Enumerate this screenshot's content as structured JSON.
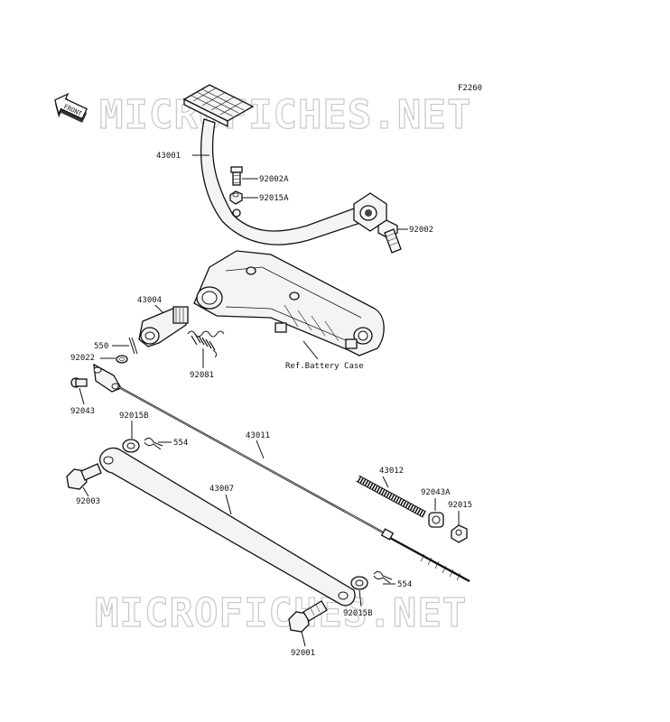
{
  "figure_code": "F2260",
  "front_badge": "FRONT",
  "watermark_text": "MICROFICHES.NET",
  "reference_note": "Ref.Battery Case",
  "parts": {
    "brake_pedal": "43001",
    "bolt_92002A": "92002A",
    "nut_92015A": "92015A",
    "bolt_92002": "92002",
    "lever_43004": "43004",
    "pin_550": "550",
    "washer_92022": "92022",
    "spring_92081": "92081",
    "pin_92043": "92043",
    "washer_92015B_top": "92015B",
    "cotter_554_top": "554",
    "rod_43011": "43011",
    "spring_43012": "43012",
    "bolt_92003": "92003",
    "link_43007": "43007",
    "collar_92043A": "92043A",
    "nut_92015": "92015",
    "cotter_554_bottom": "554",
    "washer_92015B_bottom": "92015B",
    "bolt_92001": "92001"
  }
}
